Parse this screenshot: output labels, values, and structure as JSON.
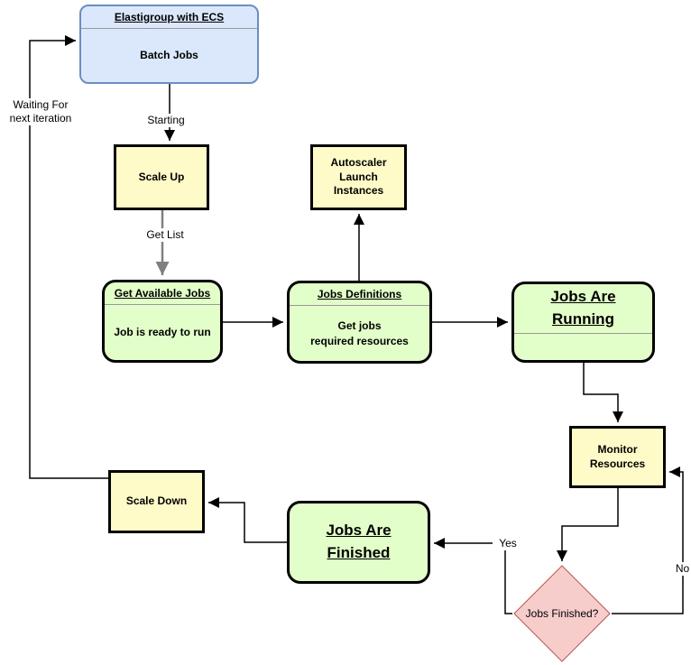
{
  "diagram": {
    "nodes": {
      "elastigroup": {
        "title": "Elastigroup with ECS",
        "body": "Batch Jobs"
      },
      "scale_up": {
        "label": "Scale Up"
      },
      "autoscaler": {
        "label": "Autoscaler\nLaunch\nInstances"
      },
      "get_available_jobs": {
        "title": "Get Available Jobs",
        "body": "Job is ready to run"
      },
      "jobs_definitions": {
        "title": "Jobs Definitions",
        "body": "Get jobs\nrequired resources"
      },
      "jobs_running": {
        "title": "Jobs Are\nRunning"
      },
      "monitor_resources": {
        "label": "Monitor\nResources"
      },
      "decision": {
        "label": "Jobs Finished?"
      },
      "jobs_finished": {
        "title": "Jobs Are\nFinished"
      },
      "scale_down": {
        "label": "Scale Down"
      }
    },
    "edge_labels": {
      "starting": "Starting",
      "get_list": "Get List",
      "yes": "Yes",
      "no": "No",
      "waiting": "Waiting For\nnext iteration"
    },
    "colors": {
      "yellow_fill": "#FFFBC8",
      "green_fill": "#E2FFC9",
      "blue_fill": "#DBE8FC",
      "blue_border": "#6C8EBF",
      "pink_fill": "#F6CDCB",
      "pink_border": "#B85450",
      "line": "#000000",
      "gray_line": "#808080",
      "divider": "#999999"
    }
  }
}
